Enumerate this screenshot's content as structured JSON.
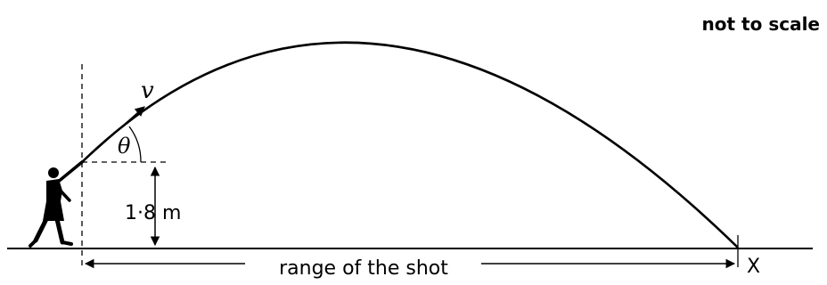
{
  "diagram": {
    "note": "not to scale",
    "velocity_symbol": "v",
    "angle_symbol": "θ",
    "height_label": "1·8 m",
    "range_label": "range of the shot",
    "landing_point_label": "X"
  }
}
